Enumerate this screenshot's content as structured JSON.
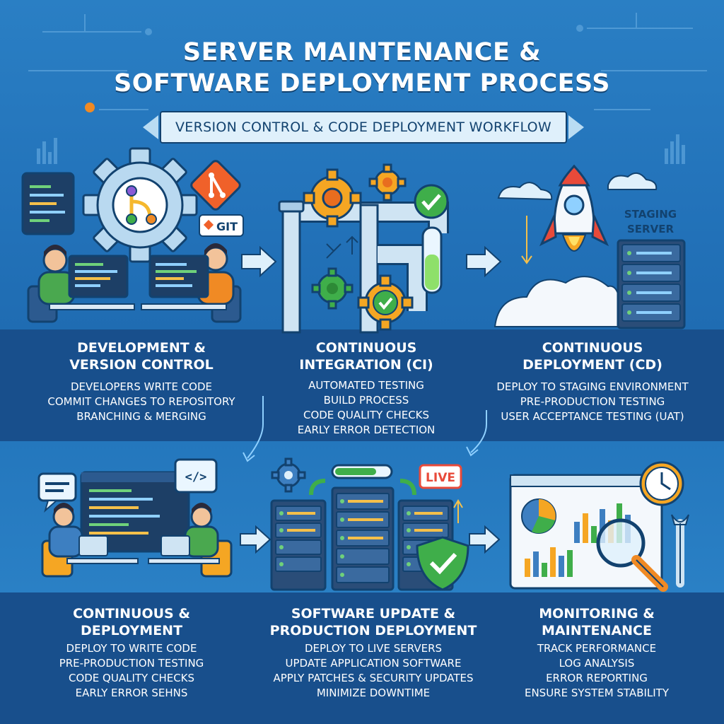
{
  "header": {
    "title_line1": "SERVER MAINTENANCE &",
    "title_line2": "SOFTWARE DEPLOYMENT PROCESS",
    "subtitle": "VERSION CONTROL & CODE DEPLOYMENT WORKFLOW"
  },
  "labels": {
    "git": "GIT",
    "staging_line1": "STAGING",
    "staging_line2": "SERVER",
    "live": "LIVE",
    "code_tag": "</>"
  },
  "stages": [
    {
      "title_line1": "DEVELOPMENT &",
      "title_line2": "VERSION CONTROL",
      "items": [
        "DEVELOPERS WRITE CODE",
        "COMMIT CHANGES TO REPOSITORY",
        "BRANCHING & MERGING"
      ]
    },
    {
      "title_line1": "CONTINUOUS",
      "title_line2": "INTEGRATION (CI)",
      "items": [
        "AUTOMATED TESTING",
        "BUILD PROCESS",
        "CODE QUALITY CHECKS",
        "EARLY ERROR DETECTION"
      ]
    },
    {
      "title_line1": "CONTINUOUS",
      "title_line2": "DEPLOYMENT (CD)",
      "items": [
        "DEPLOY TO STAGING ENVIRONMENT",
        "PRE-PRODUCTION TESTING",
        "USER ACCEPTANCE TESTING (UAT)"
      ]
    },
    {
      "title_line1": "CONTINUOUS &",
      "title_line2": "DEPLOYMENT",
      "items": [
        "DEPLOY TO WRITE CODE",
        "PRE-PRODUCTION TESTING",
        "CODE QUALITY CHECKS",
        "EARLY ERROR SEHNS"
      ]
    },
    {
      "title_line1": "SOFTWARE UPDATE &",
      "title_line2": "PRODUCTION DEPLOYMENT",
      "items": [
        "DEPLOY TO LIVE SERVERS",
        "UPDATE APPLICATION SOFTWARE",
        "APPLY PATCHES & SECURITY UPDATES",
        "MINIMIZE DOWNTIME"
      ]
    },
    {
      "title_line1": "MONITORING &",
      "title_line2": "MAINTENANCE",
      "items": [
        "TRACK PERFORMANCE",
        "LOG ANALYSIS",
        "ERROR REPORTING",
        "ENSURE SYSTEM STABILITY"
      ]
    }
  ],
  "colors": {
    "bg": "#1f6fb2",
    "band": "#184f8c",
    "outline": "#12426f",
    "orange": "#f08a24",
    "green": "#3fae4a",
    "light": "#dff0fb"
  },
  "icons": [
    "gear-icon",
    "git-icon",
    "pipeline-icon",
    "rocket-icon",
    "server-rack-icon",
    "shield-check-icon",
    "clock-icon",
    "magnifier-icon",
    "wrench-icon"
  ]
}
